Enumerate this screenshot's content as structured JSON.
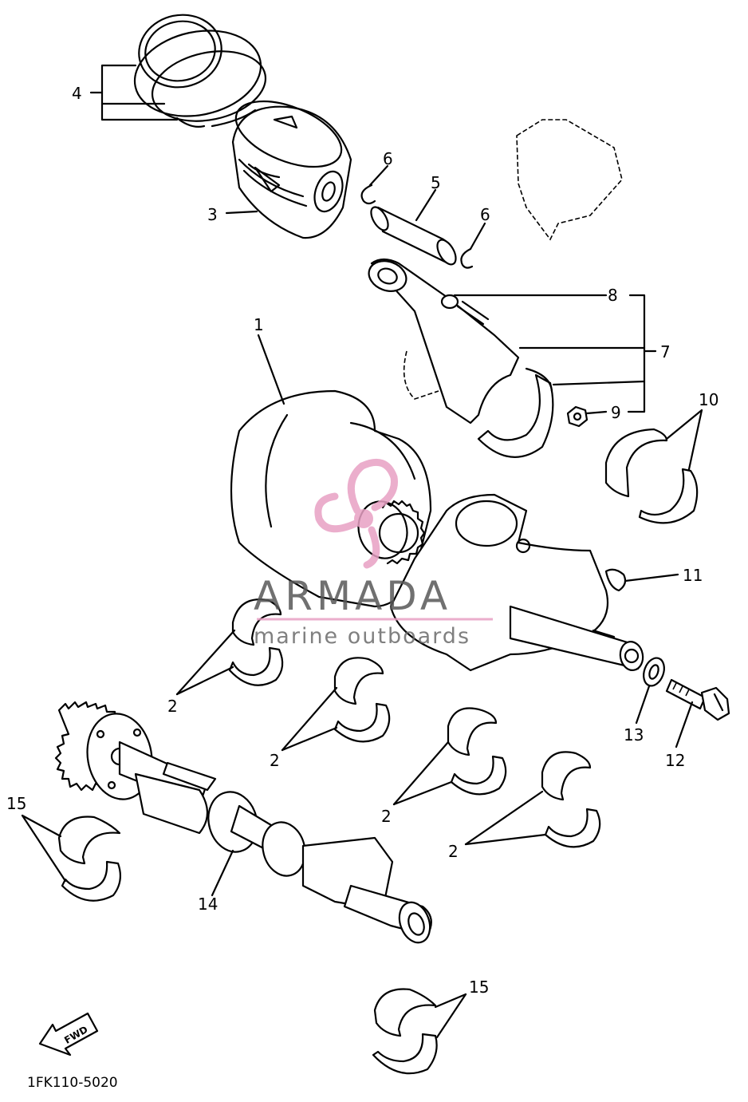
{
  "diagram": {
    "labels": {
      "l1": "1",
      "l2a": "2",
      "l2b": "2",
      "l2c": "2",
      "l2d": "2",
      "l3": "3",
      "l4": "4",
      "l5": "5",
      "l6a": "6",
      "l6b": "6",
      "l7": "7",
      "l8": "8",
      "l9": "9",
      "l10": "10",
      "l11": "11",
      "l12": "12",
      "l13": "13",
      "l14": "14",
      "l15a": "15",
      "l15b": "15"
    },
    "fwd_label": "FWD",
    "part_code": "1FK110-5020"
  },
  "watermark": {
    "brand": "ARMADA",
    "tagline": "marine outboards",
    "logo_icon": "propeller-logo-icon",
    "colors": {
      "accent": "#e8a0c4",
      "text": "#585858"
    }
  }
}
